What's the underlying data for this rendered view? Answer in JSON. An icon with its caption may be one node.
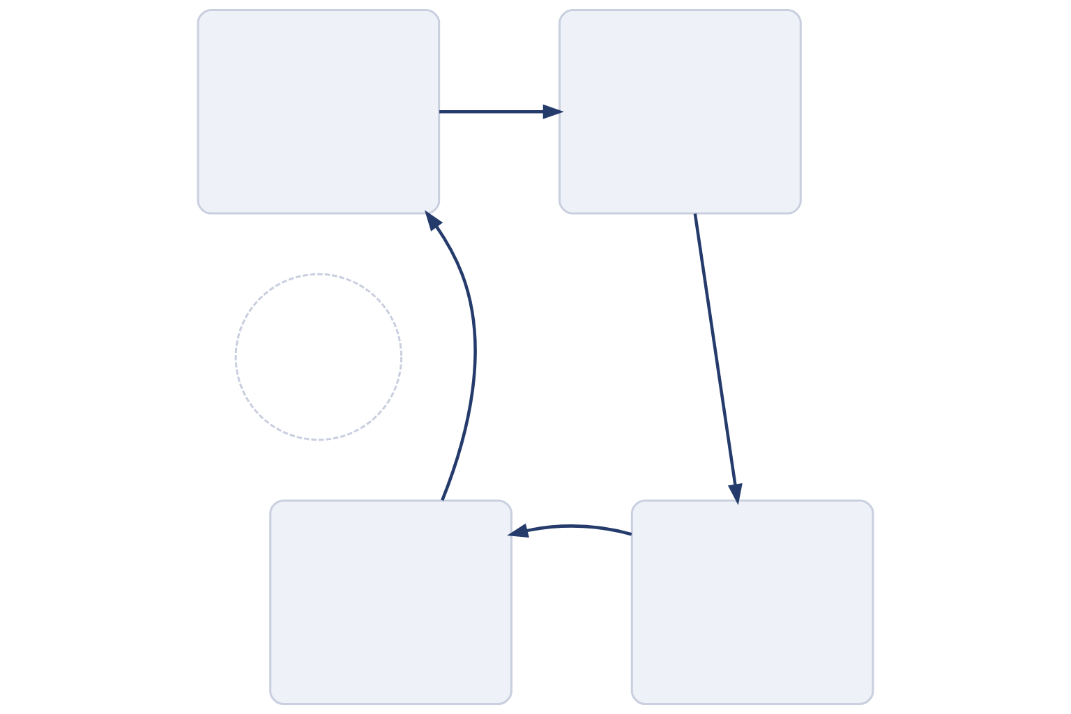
{
  "diagram": {
    "nodes": [
      {
        "text": [],
        "shape": "box"
      },
      {
        "text": [],
        "shape": "box"
      },
      {
        "text": [],
        "shape": "circle"
      },
      {
        "text": [],
        "shape": "box"
      },
      {
        "text": [],
        "shape": "box"
      }
    ],
    "edges": [
      {
        "from": 0,
        "to": 1,
        "arrow": "to"
      },
      {
        "from": 1,
        "to": 4,
        "arrow": "to"
      },
      {
        "from": 4,
        "to": 3,
        "arrow": "to"
      },
      {
        "from": 3,
        "to": 0,
        "arrow": "to"
      }
    ]
  }
}
